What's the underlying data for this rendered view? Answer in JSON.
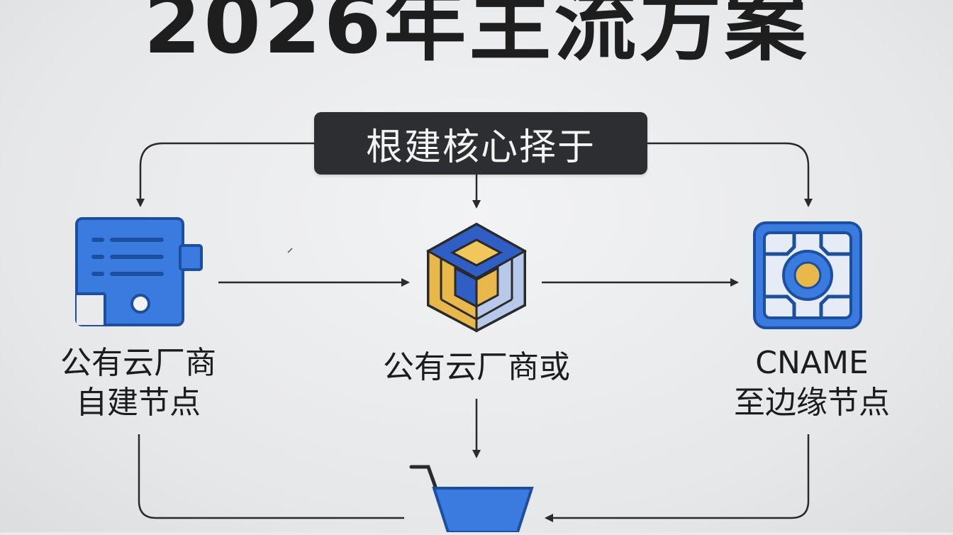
{
  "title": "2026年主流方案",
  "root": {
    "label": "根建核心择于",
    "icon": "dark-label-box"
  },
  "nodes": [
    {
      "id": "left",
      "icon": "server-document-icon",
      "line1": "公有云厂商",
      "line2": "自建节点"
    },
    {
      "id": "center",
      "icon": "cube-icon",
      "line1": "公有云厂商或",
      "line2": ""
    },
    {
      "id": "right",
      "icon": "chip-circuit-icon",
      "line1": "CNAME",
      "line2": "至边缘节点"
    }
  ],
  "bottom": {
    "icon": "cart-icon"
  },
  "colors": {
    "background": "#e9eaec",
    "dark_box": "#2c2e31",
    "blue": "#3a7be0",
    "blue_dark": "#1d4fa0",
    "yellow": "#e8b84a",
    "line": "#2a2a2a"
  }
}
